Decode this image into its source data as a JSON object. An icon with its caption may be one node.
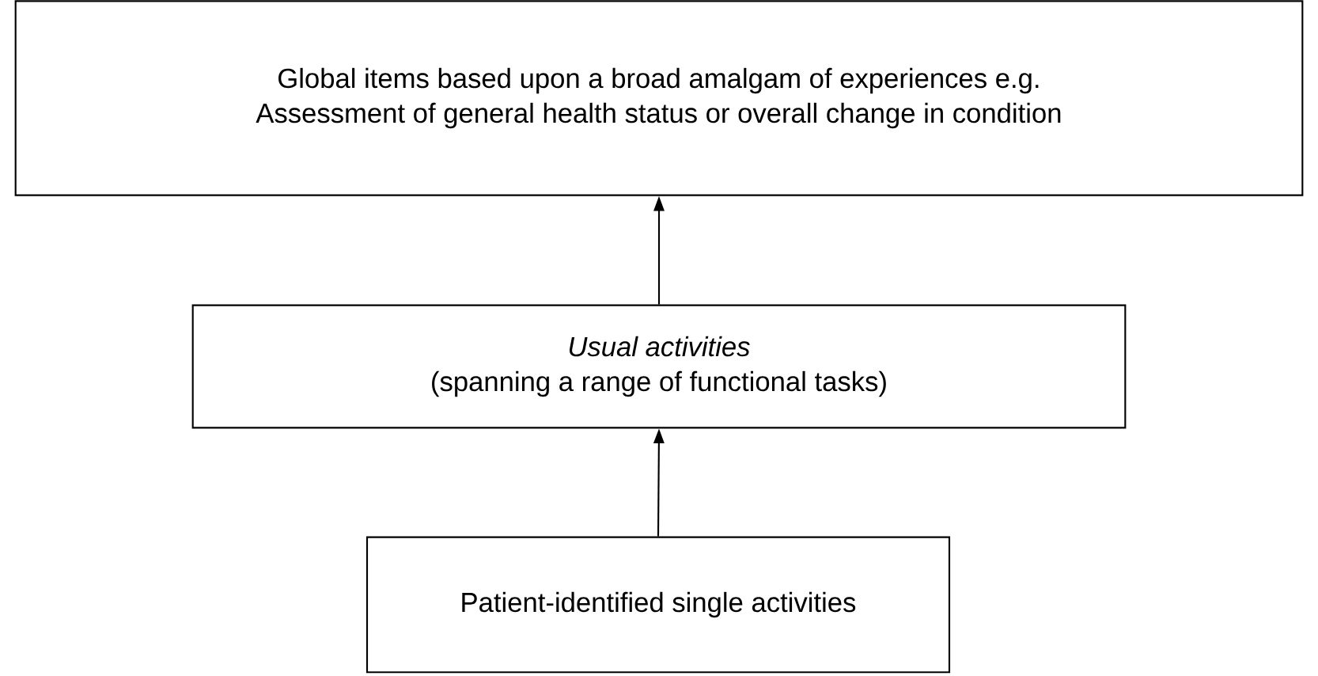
{
  "diagram": {
    "nodes": [
      {
        "text": [
          "Global items based upon a broad amalgam of experiences e.g. Assessment of general health status or overall change in condition"
        ]
      },
      {
        "text": [
          "Usual activities",
          "(spanning a range of functional tasks)"
        ]
      },
      {
        "text": [
          "Patient-identified single activities"
        ]
      }
    ],
    "edges": [
      {
        "from": 1,
        "to": 0,
        "arrow": "to"
      },
      {
        "from": 2,
        "to": 1,
        "arrow": "to"
      }
    ]
  }
}
